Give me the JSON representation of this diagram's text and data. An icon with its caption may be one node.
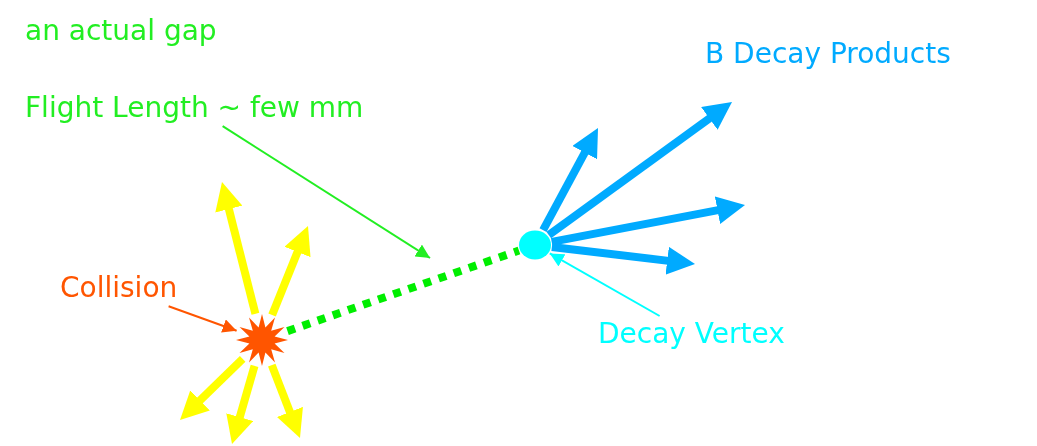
{
  "diagram": {
    "nodes": [
      {
        "text": [
          "Collision"
        ]
      },
      {
        "text": [],
        "shape": "star"
      },
      {
        "text": [
          "Decay Vertex"
        ]
      },
      {
        "text": [],
        "shape": "circle"
      },
      {
        "text": [
          "Flight Length ~ few mm"
        ]
      }
    ],
    "edges": [
      {
        "from": 0,
        "to": 1,
        "arrow": "to",
        "color": "#ff5500"
      },
      {
        "from": 2,
        "to": 3,
        "arrow": "to",
        "color": "#00ffff"
      },
      {
        "from": 4,
        "to": null,
        "arrow": "to",
        "color": "#22ee22"
      },
      {
        "from": 1,
        "to": 3,
        "arrow": "none",
        "style": "dashed",
        "color": "#00ee00"
      },
      {
        "from": 1,
        "to": null,
        "arrow": "to",
        "color": "#ffff00"
      },
      {
        "from": 1,
        "to": null,
        "arrow": "to",
        "color": "#ffff00"
      },
      {
        "from": 1,
        "to": null,
        "arrow": "to",
        "color": "#ffff00"
      },
      {
        "from": 1,
        "to": null,
        "arrow": "to",
        "color": "#ffff00"
      },
      {
        "from": 1,
        "to": null,
        "arrow": "to",
        "color": "#ffff00"
      },
      {
        "from": 3,
        "to": null,
        "arrow": "to",
        "color": "#00aaff"
      },
      {
        "from": 3,
        "to": null,
        "arrow": "to",
        "color": "#00aaff"
      },
      {
        "from": 3,
        "to": null,
        "arrow": "to",
        "color": "#00aaff"
      },
      {
        "from": 3,
        "to": null,
        "arrow": "to",
        "color": "#00aaff"
      }
    ],
    "labels": [
      "an actual gap",
      "B Decay Products"
    ]
  }
}
